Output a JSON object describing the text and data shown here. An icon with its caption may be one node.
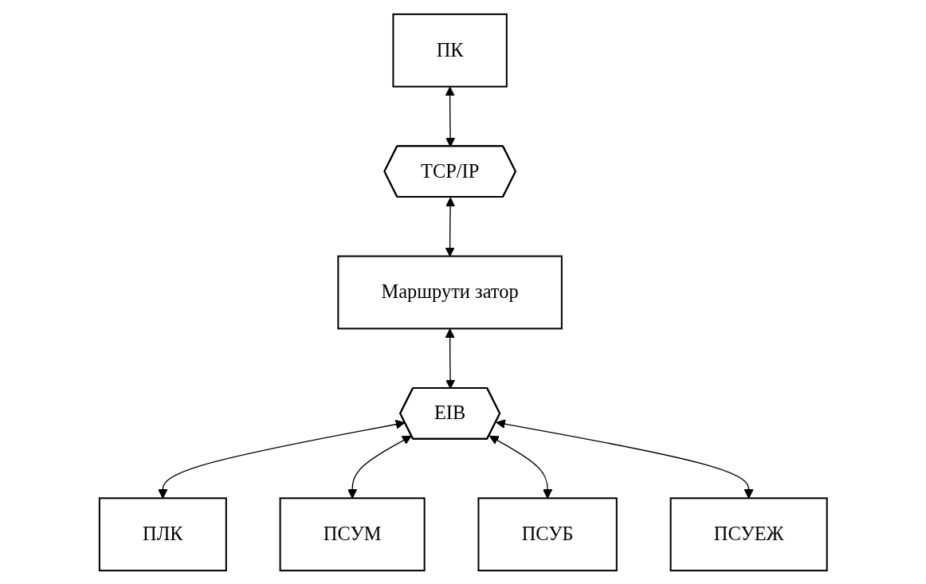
{
  "diagram": {
    "nodes": [
      {
        "text": [
          "ПК"
        ]
      },
      {
        "text": [
          "TCP/IP"
        ]
      },
      {
        "text": [
          "Маршрути затор"
        ]
      },
      {
        "text": [
          "EIB"
        ]
      },
      {
        "text": [
          "ПЛК"
        ]
      },
      {
        "text": [
          "ПСУМ"
        ]
      },
      {
        "text": [
          "ПСУБ"
        ]
      },
      {
        "text": [
          "ПСУЕЖ"
        ]
      }
    ],
    "edges": [
      {
        "from": 0,
        "to": 1,
        "arrow": "both"
      },
      {
        "from": 1,
        "to": 2,
        "arrow": "both"
      },
      {
        "from": 2,
        "to": 3,
        "arrow": "both"
      },
      {
        "from": 3,
        "to": 4,
        "arrow": "both"
      },
      {
        "from": 3,
        "to": 5,
        "arrow": "both"
      },
      {
        "from": 3,
        "to": 6,
        "arrow": "both"
      },
      {
        "from": 3,
        "to": 7,
        "arrow": "both"
      }
    ]
  }
}
